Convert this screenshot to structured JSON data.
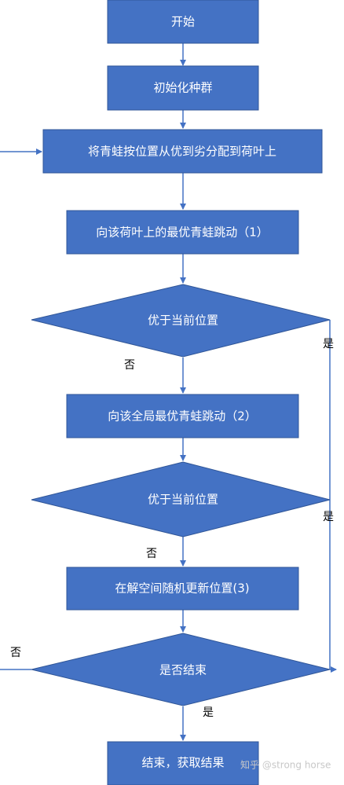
{
  "nodes": {
    "start": "开始",
    "init": "初始化种群",
    "assign": "将青蛙按位置从优到劣分配到荷叶上",
    "jump_leaf": "向该荷叶上的最优青蛙跳动（1）",
    "better1": "优于当前位置",
    "jump_global": "向该全局最优青蛙跳动（2）",
    "better2": "优于当前位置",
    "random": "在解空间随机更新位置(3)",
    "finished": "是否结束",
    "end": "结束，获取结果"
  },
  "edge_labels": {
    "better1_yes": "是",
    "better1_no": "否",
    "better2_yes": "是",
    "better2_no": "否",
    "finished_yes": "是",
    "finished_no": "否"
  },
  "watermark": "知乎 @strong horse",
  "colors": {
    "node_fill": "#4472c4",
    "node_stroke": "#2f5597",
    "edge": "#4472c4",
    "node_text": "#ffffff"
  }
}
